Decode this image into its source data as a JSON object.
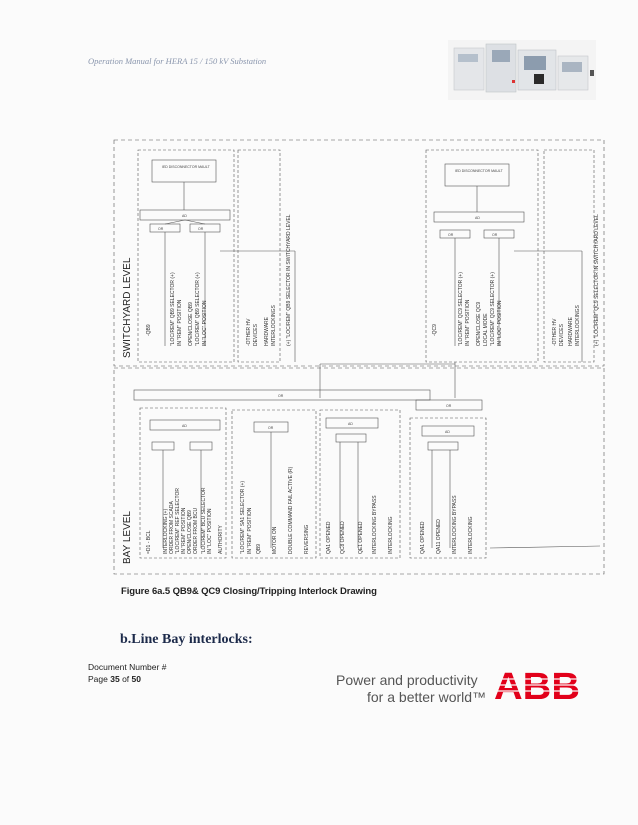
{
  "header": {
    "title": "Operation Manual for HERA 15 / 150 kV Substation"
  },
  "diagram": {
    "levels": {
      "switchyard": "SWITCHYARD LEVEL",
      "bay": "BAY LEVEL"
    },
    "left_panel": {
      "unit": "IED DISCONNECTOR MAULT",
      "device": "-QB9",
      "lines": [
        "\"LOC/REM\" QB9 SELECTOR (+)",
        "IN \"REM\" POSITION",
        "OPEN/CLOSE QB9",
        "\"LOC/REM\" QB9 SELECTOR (+)",
        "IN \"LOC\" POSITION"
      ],
      "other_devices": [
        "-OTHER HV",
        "DEVICES"
      ],
      "hardware": [
        "HARDWARE",
        "INTERLOCKINGS"
      ],
      "note": "(+) \"LOC/REM\" QB9 SELECTOR IN SWITCHYARD LEVEL"
    },
    "right_panel": {
      "unit": "IED DISCONNECTOR MAULT",
      "device": "-QC9",
      "lines": [
        "\"LOC/REM\" QC9 SELECTOR (+)",
        "IN \"REM\" POSITION",
        "OPEN/CLOSE QC9",
        "LOCAL MODE",
        "\"LOC/REM\" QC9 SELECTOR (+)",
        "IN \"LOC\" POSITION"
      ],
      "other_devices": [
        "-OTHER HV",
        "DEVICES"
      ],
      "hardware": [
        "HARDWARE",
        "INTERLOCKINGS"
      ],
      "note": "(+) \"LOC/REM\" QC9 SELECTOR IN SWITCHYARD LEVEL"
    },
    "bay": {
      "unit": "=D1 - BCL",
      "lines_left": [
        "INTERLOCKING (+)",
        "ORDER FROM SCADA",
        "\"LOC/REM\" REF SELECTOR",
        "IN \"REM\" POSITION",
        "OPEN/CLOSE QB9",
        "ORDER FROM BCU",
        "\"LOC/REM\" BCU SELECTOR",
        "IN \"LOC\" POSITION"
      ],
      "authority": "AUTHORITY",
      "lines_mid": [
        "\"LOC/REM\" SA1 SELECTOR (+)",
        "IN \"REM\" POSITION",
        "QB9",
        "MOTOR ON",
        "DOUBLE COMMAND FAIL ACTIVE (R)"
      ],
      "reversing": "REVERSING",
      "lines_c": [
        "QA1 OPENED",
        "QC8 OPENED",
        "QE1 OPENED",
        "INTERLOCKING BYPASS",
        "INTERLOCKING"
      ],
      "lines_right": [
        "QA1 OPENED",
        "QA11 OPENED",
        "INTERLOCKING BYPASS",
        "INTERLOCKING"
      ],
      "gate_and": "AD",
      "gate_or": "OR"
    }
  },
  "caption": "Figure 6a.5   QB9& QC9 Closing/Tripping Interlock Drawing",
  "section_heading": "b.Line Bay interlocks:",
  "footer": {
    "doc_number": "Document Number #",
    "page_prefix": "Page",
    "page_current": "35",
    "page_of": "of",
    "page_total": "50",
    "slogan_line1": "Power and productivity",
    "slogan_line2": "for a better world™",
    "logo_text": "ABB",
    "brand_color": "#e2001a"
  }
}
